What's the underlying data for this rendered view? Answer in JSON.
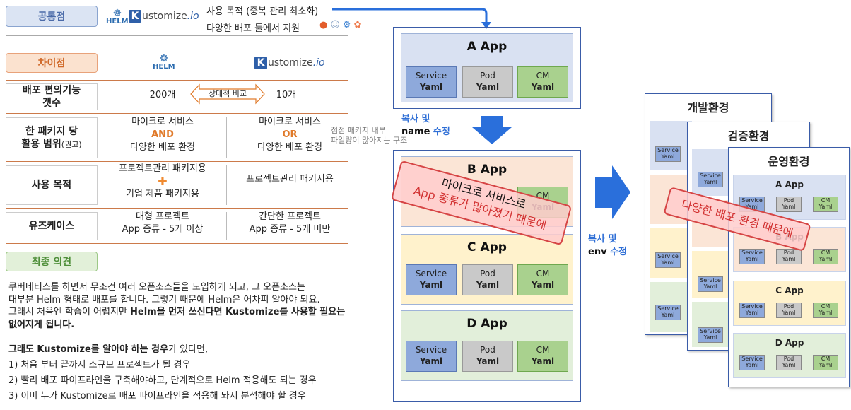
{
  "left": {
    "common_header": "공통점",
    "helm_label": "HELM",
    "kustomize_k": "K",
    "kustomize_rest": "ustomize",
    "kustomize_io": ".io",
    "common_line1": "사용 목적 (중복 관리 최소화)",
    "common_line2": "다양한 배포 툴에서 지원",
    "diff_header": "차이점",
    "rows": [
      {
        "label1": "배포 편의기능",
        "label2": "갯수",
        "helm": "200개",
        "kustomize": "10개",
        "mid": "상대적 비교"
      },
      {
        "label1": "한 패키지 당",
        "label2": "활용 범위",
        "label2_small": "(권고)",
        "helm_l1": "마이크로 서비스",
        "helm_l2": "AND",
        "helm_l3": "다양한 배포 환경",
        "kust_l1": "마이크로 서비스",
        "kust_l2": "OR",
        "kust_l3": "다양한 배포 환경",
        "note1": "점점 패키지 내부",
        "note2": "파일량이 많아지는 구조"
      },
      {
        "label1": "사용 목적",
        "helm_l1": "프로젝트관리 패키지용",
        "helm_plus": "✚",
        "helm_l2": "기업 제품 패키지용",
        "kust_l1": "프로젝트관리 패키지용"
      },
      {
        "label1": "유즈케이스",
        "helm_l1": "대형 프로젝트",
        "helm_l2": "App 종류 - 5개 이상",
        "kust_l1": "간단한 프로젝트",
        "kust_l2": "App 종류 - 5개 미만"
      }
    ],
    "final_header": "최종 의견",
    "para1_line1": "쿠버네티스를 하면서 무조건 여러 오픈소스들을 도입하게 되고, 그 오픈소스는",
    "para1_line2": "대부분 Helm 형태로 배포를 합니다. 그렇기 때문에 Helm은 어차피 알아야 되요.",
    "para1_line3a": "그래서 처음엔 학습이 어렵지만 ",
    "para1_line3b": "Helm을 먼저 쓰신다면 Kustomize를 사용할 필요는",
    "para1_line4": "없어지게 됩니다.",
    "para2_line1a": "그래도 Kustomize를 알아야 하는 경우",
    "para2_line1b": "가 있다면,",
    "list": [
      "1) 처음 부터 끝까지 소규모 프로젝트가 될 경우",
      "2) 빨리 배포 파이프라인을 구축해야하고, 단계적으로 Helm 적용해도 되는 경우",
      "3) 이미 누가 Kustomize로 배포 파이프라인을 적용해 놔서 분석해야 할 경우"
    ]
  },
  "middle": {
    "apps": [
      {
        "title": "A App",
        "bg": "#d9e1f2"
      },
      {
        "title": "B App",
        "bg": "#fbe5d6"
      },
      {
        "title": "C App",
        "bg": "#fff2cc"
      },
      {
        "title": "D App",
        "bg": "#e2efda"
      }
    ],
    "chip_service": "Service",
    "chip_pod": "Pod",
    "chip_cm": "CM",
    "chip_yaml": "Yaml",
    "copy_label1_a": "복사 및",
    "copy_label1_b": "name",
    "copy_label1_c": "수정",
    "stamp1_line1": "마이크로 서비스로",
    "stamp1_line2": "App 종류가 많아졌기 때문에"
  },
  "right": {
    "copy_label2_a": "복사 및",
    "copy_label2_b": "env",
    "copy_label2_c": "수정",
    "envs": [
      "개발환경",
      "검증환경",
      "운영환경"
    ],
    "mini_apps": [
      "A App",
      "B App",
      "C App",
      "D App"
    ],
    "stamp2_line": "다양한 배포 환경 때문에"
  },
  "colors": {
    "accent_blue": "#2f6fd6",
    "arrow_blue": "#2a6fdb",
    "orange": "#e07a2a"
  }
}
